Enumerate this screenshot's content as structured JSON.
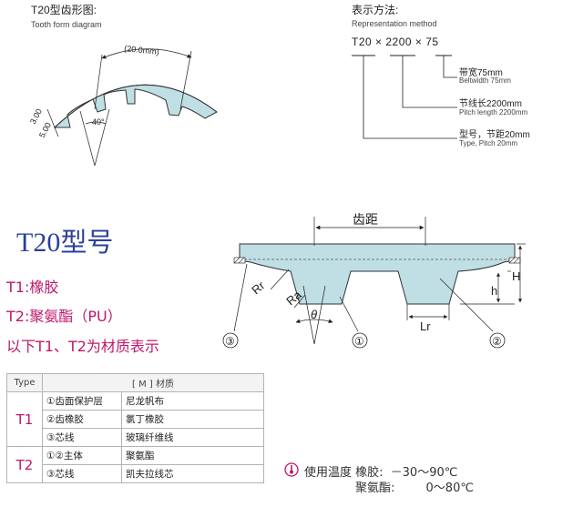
{
  "tooth_form": {
    "title": "T20型齿形图:",
    "subtitle": "Tooth form diagram",
    "pitch_label": "(20.0mm)",
    "dim_a": "3.00",
    "dim_b": "5.00",
    "angle": "40°"
  },
  "representation": {
    "title": "表示方法:",
    "subtitle": "Representation method",
    "code": "T20 × 2200 × 75",
    "items": [
      {
        "cn": "带宽75mm",
        "en": "Beltwidth 75mm"
      },
      {
        "cn": "节线长2200mm",
        "en": "Pitch length 2200mm"
      },
      {
        "cn": "型号，节距20mm",
        "en": "Type, Pitch 20mm"
      }
    ]
  },
  "model": {
    "title_latin": "T20",
    "title_cn": "型号",
    "lines": [
      "T1:橡胶",
      "T2:聚氨酯（PU）",
      "以下T1、T2为材质表示"
    ]
  },
  "profile": {
    "pitch_label": "齿距",
    "labels": [
      "Rr",
      "Ra",
      "θ",
      "①",
      "②",
      "③",
      "h",
      "H",
      "Lr"
    ]
  },
  "table": {
    "header_type": "Type",
    "header_material": "[ M ] 材质",
    "groups": [
      {
        "type": "T1",
        "rows": [
          [
            "①齿面保护层",
            "尼龙帆布"
          ],
          [
            "②齿橡胶",
            "氯丁橡胶"
          ],
          [
            "③芯线",
            "玻璃纤维线"
          ]
        ]
      },
      {
        "type": "T2",
        "rows": [
          [
            "①②主体",
            "聚氨酯"
          ],
          [
            "③芯线",
            "凯夫拉线芯"
          ]
        ]
      }
    ]
  },
  "temperature": {
    "icon": "thermometer-icon",
    "line1_label": "使用温度 橡胶:",
    "line1_value": "－30～90℃",
    "line2_label": "聚氨酯:",
    "line2_value": "0～80℃"
  },
  "colors": {
    "accent_blue": "#2b3f9a",
    "accent_magenta": "#c0186a",
    "belt_fill": "#bfdfe4"
  }
}
